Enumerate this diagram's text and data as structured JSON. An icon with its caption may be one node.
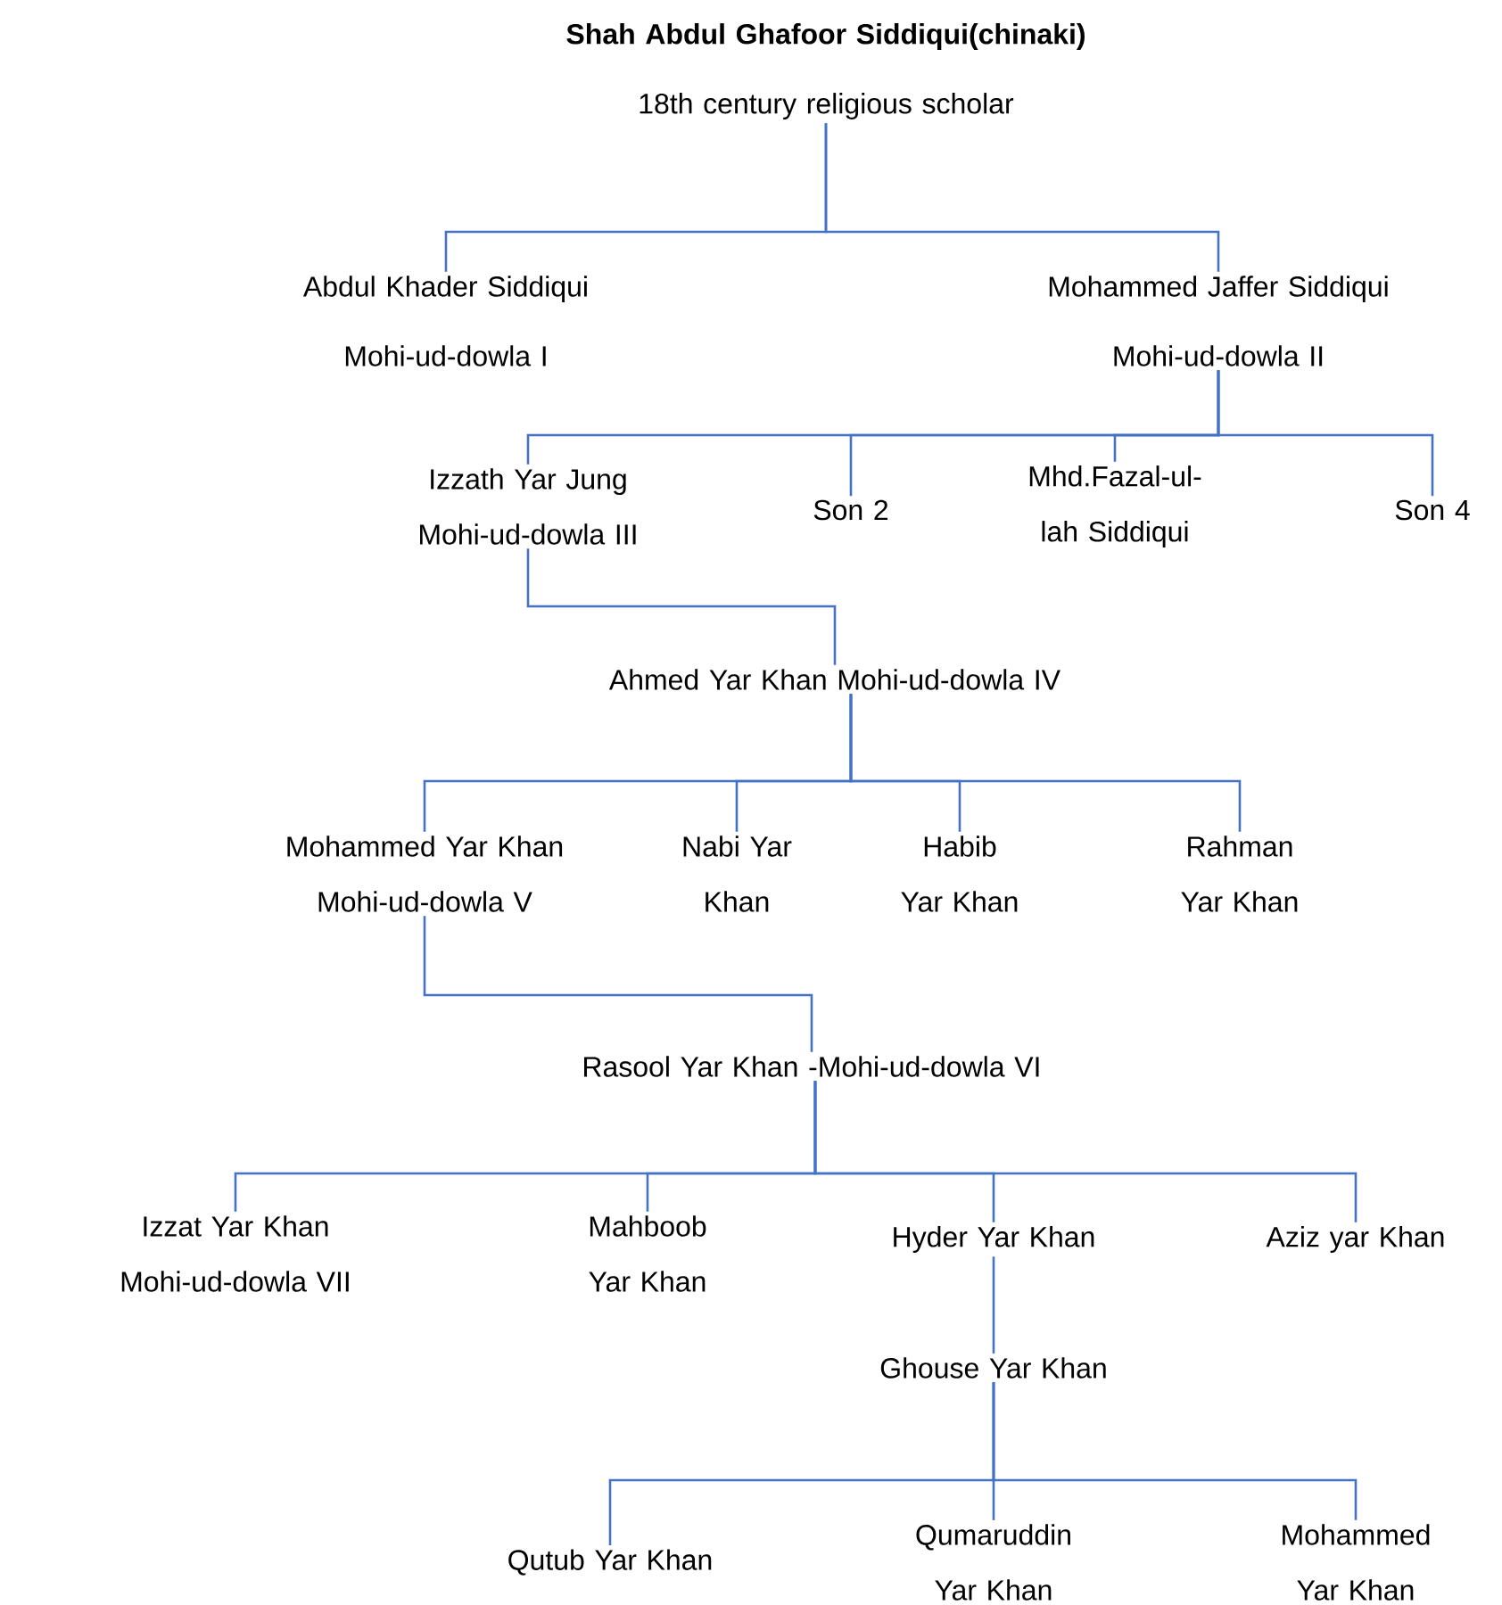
{
  "diagram": {
    "nodes": [
      {
        "text": [
          "Shah Abdul Ghafoor Siddiqui(chinaki)",
          "18th century religious scholar"
        ]
      },
      {
        "text": [
          "Abdul Khader Siddiqui",
          "Mohi-ud-dowla I"
        ]
      },
      {
        "text": [
          "Mohammed Jaffer Siddiqui",
          "Mohi-ud-dowla II"
        ]
      },
      {
        "text": [
          "Izzath Yar Jung Mohi-ud-dowla III"
        ]
      },
      {
        "text": [
          "Son 2"
        ]
      },
      {
        "text": [
          "Mhd.Fazal-ul-lah Siddiqui"
        ]
      },
      {
        "text": [
          "Son 4"
        ]
      },
      {
        "text": [
          "Ahmed Yar Khan Mohi-ud-dowla IV"
        ]
      },
      {
        "text": [
          "Mohammed Yar Khan Mohi-ud-dowla V"
        ]
      },
      {
        "text": [
          "Nabi Yar Khan"
        ]
      },
      {
        "text": [
          "Habib Yar Khan"
        ]
      },
      {
        "text": [
          "Rahman Yar Khan"
        ]
      },
      {
        "text": [
          "Rasool Yar Khan -Mohi-ud-dowla VI"
        ]
      },
      {
        "text": [
          "Izzat Yar Khan Mohi-ud-dowla VII"
        ]
      },
      {
        "text": [
          "Mahboob Yar Khan"
        ]
      },
      {
        "text": [
          "Hyder Yar Khan"
        ]
      },
      {
        "text": [
          "Aziz yar Khan"
        ]
      },
      {
        "text": [
          "Ghouse Yar Khan"
        ]
      },
      {
        "text": [
          "Qutub Yar Khan"
        ]
      },
      {
        "text": [
          "Qumaruddin Yar Khan"
        ]
      },
      {
        "text": [
          "Mohammed Yar Khan"
        ]
      }
    ],
    "edges": [
      {
        "from": 0,
        "to": 1,
        "arrow": "none"
      },
      {
        "from": 0,
        "to": 2,
        "arrow": "none"
      },
      {
        "from": 2,
        "to": 3,
        "arrow": "none"
      },
      {
        "from": 2,
        "to": 4,
        "arrow": "none"
      },
      {
        "from": 2,
        "to": 5,
        "arrow": "none"
      },
      {
        "from": 2,
        "to": 6,
        "arrow": "none"
      },
      {
        "from": 3,
        "to": 7,
        "arrow": "none"
      },
      {
        "from": 7,
        "to": 8,
        "arrow": "none"
      },
      {
        "from": 7,
        "to": 9,
        "arrow": "none"
      },
      {
        "from": 7,
        "to": 10,
        "arrow": "none"
      },
      {
        "from": 7,
        "to": 11,
        "arrow": "none"
      },
      {
        "from": 8,
        "to": 12,
        "arrow": "none"
      },
      {
        "from": 12,
        "to": 13,
        "arrow": "none"
      },
      {
        "from": 12,
        "to": 14,
        "arrow": "none"
      },
      {
        "from": 12,
        "to": 15,
        "arrow": "none"
      },
      {
        "from": 12,
        "to": 16,
        "arrow": "none"
      },
      {
        "from": 15,
        "to": 17,
        "arrow": "none"
      },
      {
        "from": 17,
        "to": 18,
        "arrow": "none"
      },
      {
        "from": 17,
        "to": 19,
        "arrow": "none"
      },
      {
        "from": 17,
        "to": 20,
        "arrow": "none"
      }
    ]
  }
}
